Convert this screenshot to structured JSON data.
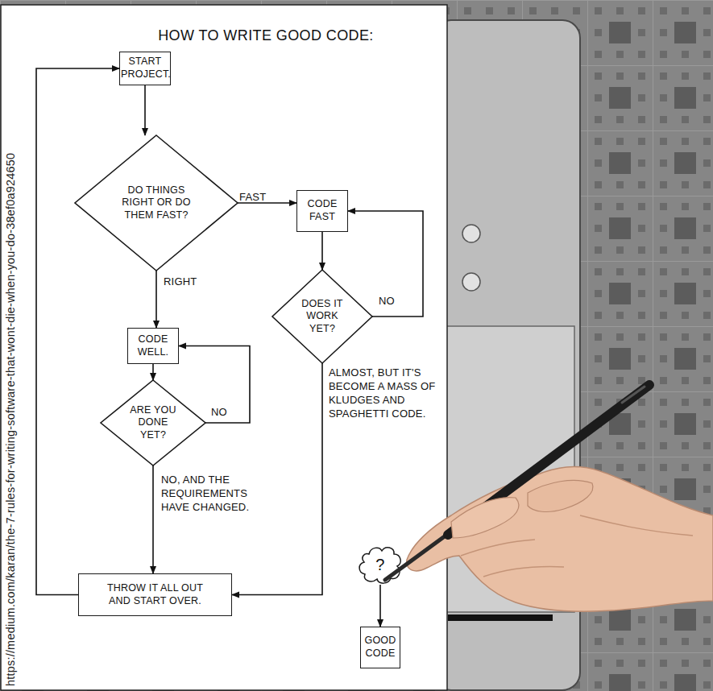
{
  "diagram": {
    "title": "HOW TO WRITE GOOD CODE:",
    "nodes": [
      {
        "text": [
          "START PROJECT."
        ]
      },
      {
        "text": [
          "DO THINGS RIGHT OR DO THEM FAST?"
        ]
      },
      {
        "text": [
          "CODE FAST"
        ]
      },
      {
        "text": [
          "CODE WELL."
        ]
      },
      {
        "text": [
          "DOES IT WORK YET?"
        ]
      },
      {
        "text": [
          "ARE YOU DONE YET?"
        ]
      },
      {
        "text": [
          "THROW IT ALL OUT AND START OVER."
        ]
      },
      {
        "text": [
          "?"
        ]
      },
      {
        "text": [
          "GOOD CODE"
        ]
      }
    ],
    "edges": [
      {
        "from": 0,
        "to": 1,
        "arrow": "to"
      },
      {
        "from": 1,
        "to": 2,
        "label": "FAST",
        "arrow": "to"
      },
      {
        "from": 1,
        "to": 3,
        "label": "RIGHT",
        "arrow": "to"
      },
      {
        "from": 2,
        "to": 4,
        "arrow": "to"
      },
      {
        "from": 4,
        "to": 2,
        "label": "NO",
        "arrow": "to"
      },
      {
        "from": 3,
        "to": 5,
        "arrow": "to"
      },
      {
        "from": 5,
        "to": 3,
        "label": "NO",
        "arrow": "to"
      },
      {
        "from": 5,
        "to": 6,
        "label": "NO, AND THE REQUIREMENTS HAVE CHANGED.",
        "arrow": "to"
      },
      {
        "from": 4,
        "to": 6,
        "label": "ALMOST, BUT IT'S BECOME A MASS OF KLUDGES AND SPAGHETTI CODE.",
        "arrow": "to"
      },
      {
        "from": 6,
        "to": 0,
        "arrow": "to"
      },
      {
        "from": 7,
        "to": 8,
        "arrow": "to"
      }
    ],
    "labels": [
      "https://medium.com/karan/the-7-rules-for-writing-software-that-wont-die-when-you-do-38ef0a924650"
    ]
  }
}
